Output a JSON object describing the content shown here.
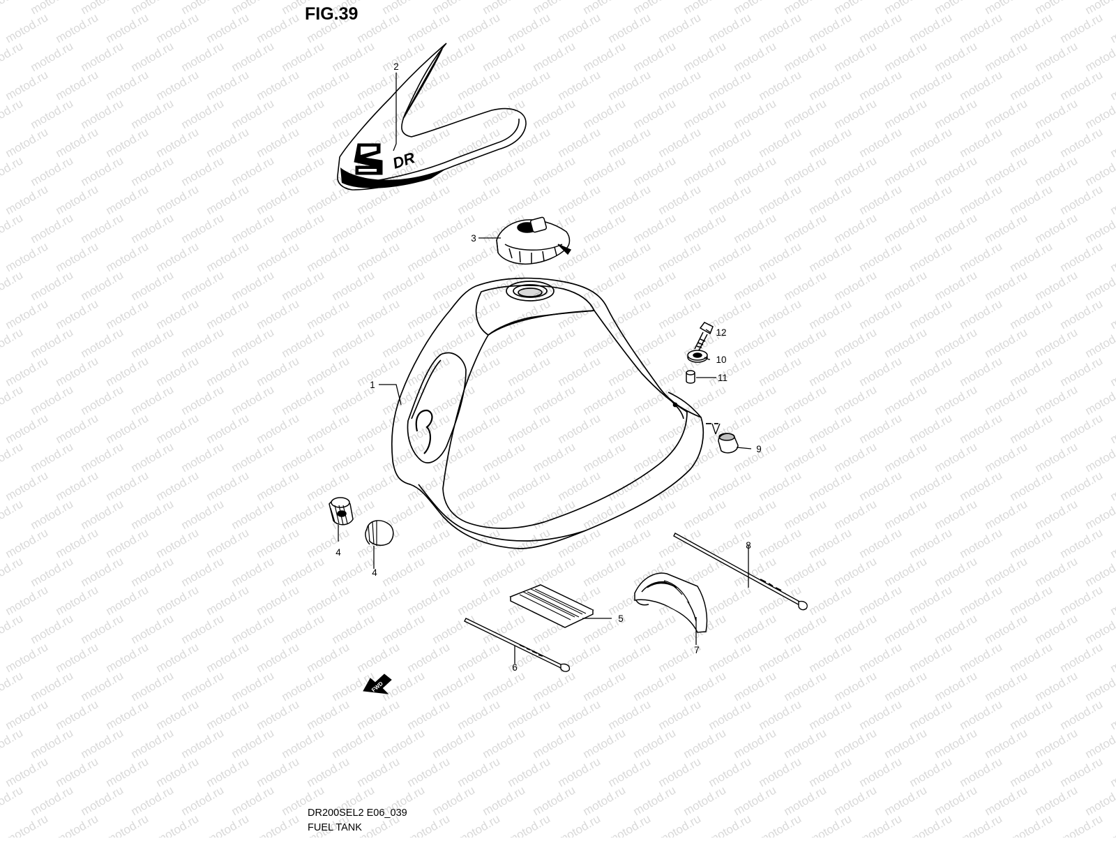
{
  "figure": {
    "title": "FIG.39",
    "diagram_code": "DR200SEL2 E06_039",
    "caption": "FUEL TANK"
  },
  "watermark": "motod.ru",
  "decal_lettering": "DR",
  "direction_marker": "FWD",
  "callouts": [
    {
      "id": "c1",
      "label": "1",
      "part": "fuel tank"
    },
    {
      "id": "c2",
      "label": "2",
      "part": "tank emblem decal"
    },
    {
      "id": "c3",
      "label": "3",
      "part": "fuel cap"
    },
    {
      "id": "c4a",
      "label": "4",
      "part": "cushion"
    },
    {
      "id": "c4b",
      "label": "4",
      "part": "cushion"
    },
    {
      "id": "c5",
      "label": "5",
      "part": "cushion pad"
    },
    {
      "id": "c6",
      "label": "6",
      "part": "cable tie"
    },
    {
      "id": "c7",
      "label": "7",
      "part": "cover"
    },
    {
      "id": "c8",
      "label": "8",
      "part": "cable tie"
    },
    {
      "id": "c9",
      "label": "9",
      "part": "cap"
    },
    {
      "id": "c10",
      "label": "10",
      "part": "washer"
    },
    {
      "id": "c11",
      "label": "11",
      "part": "spacer"
    },
    {
      "id": "c12",
      "label": "12",
      "part": "bolt"
    }
  ],
  "colors": {
    "ink": "#000000",
    "watermark": "#d9d9d9",
    "background": "#ffffff"
  }
}
